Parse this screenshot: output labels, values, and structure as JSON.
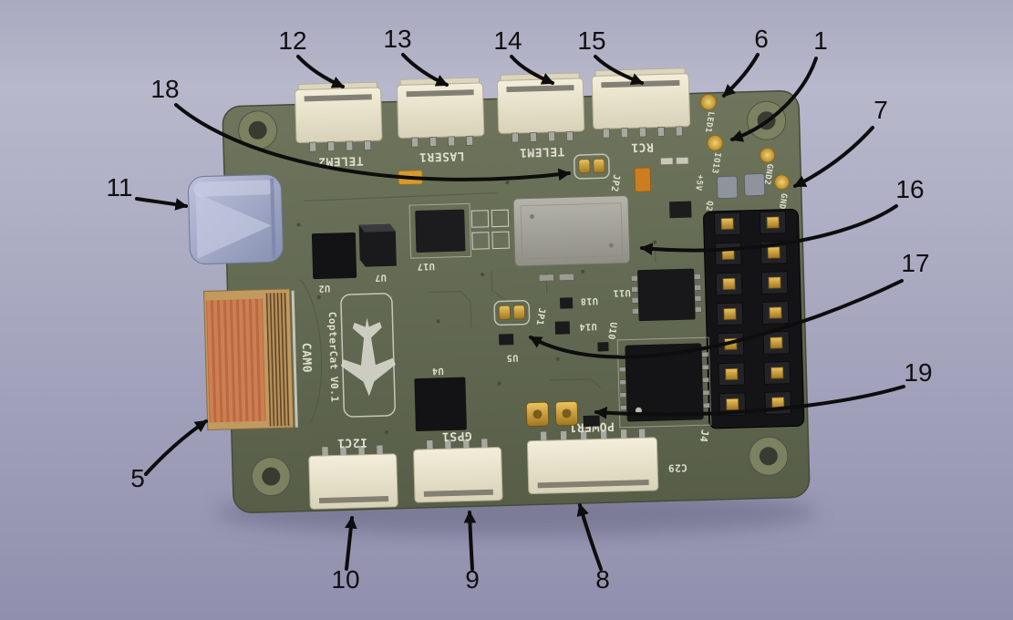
{
  "scene": {
    "description": "3D render of the CopterCat V0.1 flight-controller PCB with numbered callout arrows",
    "board_name": "CopterCat V0.1"
  },
  "colors": {
    "background_top": "#b8b8cc",
    "background_bottom": "#9090ae",
    "pcb_green": "#636a52",
    "silkscreen_white": "#e0dfcf",
    "connector_cream": "#ece7d3",
    "gold": "#c9972f",
    "usb_metal": "#a3aac8",
    "flex_orange": "#cd7f53",
    "header_black": "#17171a",
    "arrow_black": "#0d0d0d"
  },
  "callouts": {
    "c1": "1",
    "c5": "5",
    "c6": "6",
    "c7": "7",
    "c8": "8",
    "c9": "9",
    "c10": "10",
    "c11": "11",
    "c12": "12",
    "c13": "13",
    "c14": "14",
    "c15": "15",
    "c16": "16",
    "c17": "17",
    "c18": "18",
    "c19": "19"
  },
  "silkscreen": {
    "telem2": "TELEM2",
    "laser1": "LASER1",
    "telem1": "TELEM1",
    "rc1": "RC1",
    "i2c1": "I2C1",
    "gps1": "GPS1",
    "power1": "POWER1",
    "cam0": "CAM0",
    "led1": "LED1",
    "io13": "IO13",
    "gnd2": "GND2",
    "gnd": "GND",
    "plus5v": "+5V",
    "q2": "Q2",
    "jp1": "JP1",
    "jp2": "JP2",
    "u2": "U2",
    "u7": "U7",
    "u17": "U17",
    "u18": "U18",
    "u14": "U14",
    "u10": "U10",
    "u11": "U11",
    "u4": "U4",
    "u5": "U5",
    "j4": "J4",
    "c29": "C29",
    "logo_text": "CopterCat V0.1"
  }
}
